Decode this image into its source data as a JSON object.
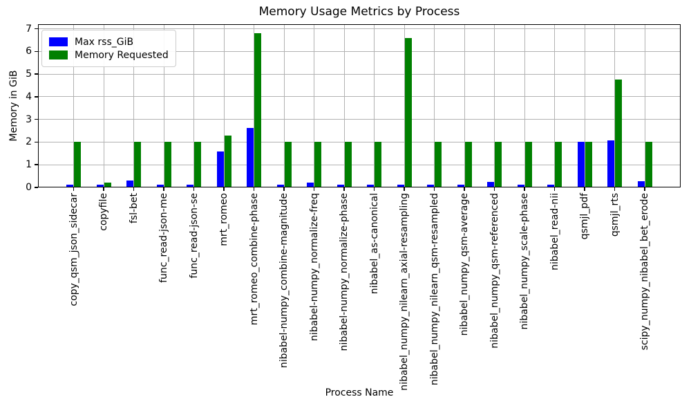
{
  "chart_data": {
    "type": "bar",
    "title": "Memory Usage Metrics by Process",
    "xlabel": "Process Name",
    "ylabel": "Memory in GiB",
    "ylim": [
      0,
      7.2
    ],
    "yticks": [
      0,
      1,
      2,
      3,
      4,
      5,
      6,
      7
    ],
    "grid": true,
    "legend_position": "upper-left",
    "categories": [
      "copy_qsm_json_sidecar",
      "copyfile",
      "fsl-bet",
      "func_read-json-me",
      "func_read-json-se",
      "mrt_romeo",
      "mrt_romeo_combine-phase",
      "nibabel-numpy_combine-magnitude",
      "nibabel-numpy_normalize-freq",
      "nibabel-numpy_normalize-phase",
      "nibabel_as-canonical",
      "nibabel_numpy_nilearn_axial-resampling",
      "nibabel_numpy_nilearn_qsm-resampled",
      "nibabel_numpy_qsm-average",
      "nibabel_numpy_qsm-referenced",
      "nibabel_numpy_scale-phase",
      "nibabel_read-nii",
      "qsmjl_pdf",
      "qsmjl_rts",
      "scipy_numpy_nibabel_bet_erode"
    ],
    "series": [
      {
        "name": "Max rss_GiB",
        "color": "#0000ff",
        "values": [
          0.13,
          0.13,
          0.31,
          0.13,
          0.13,
          1.58,
          2.62,
          0.13,
          0.22,
          0.13,
          0.13,
          0.13,
          0.13,
          0.13,
          0.23,
          0.13,
          0.13,
          2.02,
          2.06,
          0.26
        ]
      },
      {
        "name": "Memory Requested",
        "color": "#008000",
        "values": [
          2.0,
          0.21,
          2.0,
          2.0,
          2.0,
          2.28,
          6.8,
          2.0,
          2.0,
          2.0,
          2.0,
          6.6,
          2.0,
          2.0,
          2.0,
          2.0,
          2.0,
          2.0,
          4.75,
          2.0
        ]
      }
    ]
  },
  "colors": {
    "background": "#ffffff",
    "grid": "#b2b2b2",
    "spine": "#000000",
    "text": "#000000",
    "series_blue": "#0000ff",
    "series_green": "#008000"
  }
}
